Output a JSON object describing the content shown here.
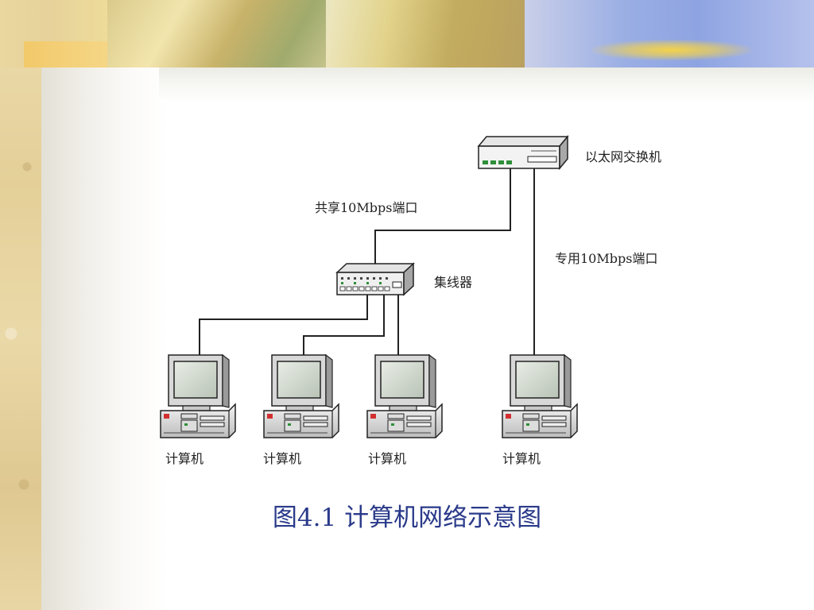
{
  "labels": {
    "switch": "以太网交换机",
    "shared_port": "共享10Mbps端口",
    "dedicated_port": "专用10Mbps端口",
    "hub": "集线器",
    "computer_1": "计算机",
    "computer_2": "计算机",
    "computer_3": "计算机",
    "computer_4": "计算机"
  },
  "caption": "图4.1  计算机网络示意图"
}
